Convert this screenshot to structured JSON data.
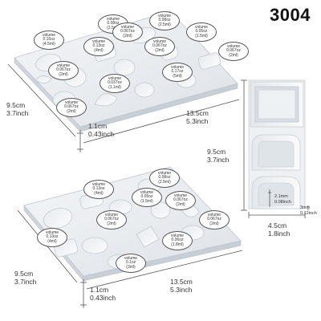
{
  "product_code": "3004",
  "top_mold": {
    "bubbles": [
      {
        "lines": [
          "volume",
          "0.16oz",
          "(4.5ml)"
        ]
      },
      {
        "lines": [
          "volume",
          "0.08oz",
          "(2.5ml)"
        ]
      },
      {
        "lines": [
          "volume",
          "0.08oz",
          "(2.5ml)"
        ]
      },
      {
        "lines": [
          "volume",
          "0.05oz",
          "(1.5ml)"
        ]
      },
      {
        "lines": [
          "volume",
          "0.13oz",
          "(4ml)"
        ]
      },
      {
        "lines": [
          "volume",
          "0.067oz",
          "(2ml)"
        ]
      },
      {
        "lines": [
          "volume",
          "0.067oz",
          "(2ml)"
        ]
      },
      {
        "lines": [
          "volume",
          "0.067oz",
          "(2ml)"
        ]
      },
      {
        "lines": [
          "volume",
          "0.067oz",
          "(2ml)"
        ]
      },
      {
        "lines": [
          "volume",
          "0.037oz",
          "(1.1ml)"
        ]
      },
      {
        "lines": [
          "volume",
          "0.17oz",
          "(5ml)"
        ]
      },
      {
        "lines": [
          "volume",
          "0.067oz",
          "(2ml)"
        ]
      }
    ],
    "height_cm": "9.5cm",
    "height_inch": "3.7inch",
    "width_cm": "13.5cm",
    "width_inch": "5.3inch",
    "depth_cm": "1.1cm",
    "depth_inch": "0.43inch"
  },
  "side_mold": {
    "height_cm": "9.5cm",
    "height_inch": "3.7inch",
    "width_cm": "4.5cm",
    "width_inch": "1.8inch",
    "inner_depth_cm": "2.1mm",
    "inner_depth_inch": "0.08inch",
    "thickness_cm": "3mm",
    "thickness_inch": "0.12inch"
  },
  "bottom_mold": {
    "bubbles": [
      {
        "lines": [
          "volume",
          "0.08oz",
          "(2.5ml)"
        ]
      },
      {
        "lines": [
          "volume",
          "0.13oz",
          "(4ml)"
        ]
      },
      {
        "lines": [
          "volume",
          "0.05oz",
          "(1.5ml)"
        ]
      },
      {
        "lines": [
          "volume",
          "0.067oz",
          "(2ml)"
        ]
      },
      {
        "lines": [
          "volume",
          "0.067oz",
          "(2ml)"
        ]
      },
      {
        "lines": [
          "volume",
          "0.067oz",
          "(2ml)"
        ]
      },
      {
        "lines": [
          "volume",
          "0.13oz",
          "(4ml)"
        ]
      },
      {
        "lines": [
          "volume",
          "0.06oz",
          "(1.8ml)"
        ]
      },
      {
        "lines": [
          "volume",
          "0.1oz",
          "(3ml)"
        ]
      }
    ],
    "height_cm": "9.5cm",
    "height_inch": "3.7inch",
    "width_cm": "13.5cm",
    "width_inch": "5.3inch",
    "depth_cm": "1.1cm",
    "depth_inch": "0.43inch"
  }
}
